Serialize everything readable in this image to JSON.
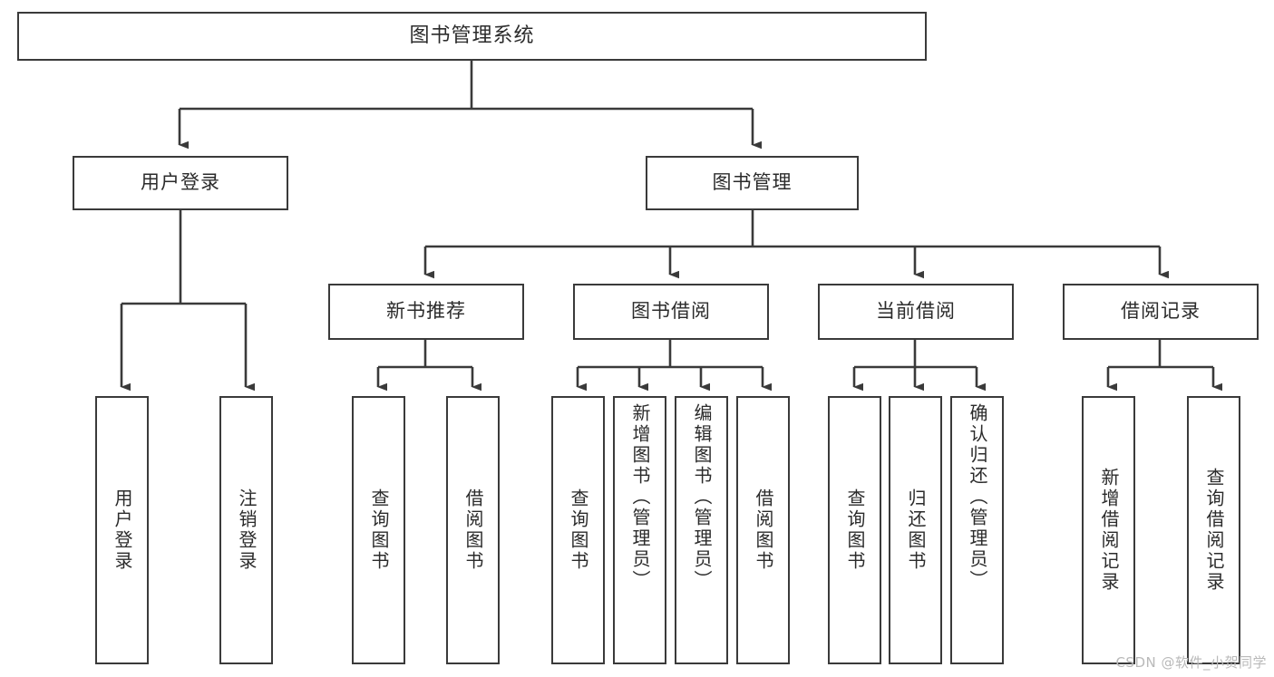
{
  "diagram": {
    "title": "图书管理系统",
    "type": "tree",
    "stroke_color": "#3a3a3a",
    "text_color": "#2b2b2b",
    "background_color": "#ffffff",
    "root": {
      "label": "图书管理系统"
    },
    "level2": [
      {
        "label": "用户登录"
      },
      {
        "label": "图书管理"
      }
    ],
    "level3": [
      {
        "label": "新书推荐"
      },
      {
        "label": "图书借阅"
      },
      {
        "label": "当前借阅"
      },
      {
        "label": "借阅记录"
      }
    ],
    "leaves": {
      "user_login": [
        {
          "label": "用户登录"
        },
        {
          "label": "注销登录"
        }
      ],
      "new_book_recommend": [
        {
          "label": "查询图书"
        },
        {
          "label": "借阅图书"
        }
      ],
      "book_borrow": [
        {
          "label": "查询图书"
        },
        {
          "label": "新增图书（管理员）"
        },
        {
          "label": "编辑图书（管理员）"
        },
        {
          "label": "借阅图书"
        }
      ],
      "current_borrow": [
        {
          "label": "查询图书"
        },
        {
          "label": "归还图书"
        },
        {
          "label": "确认归还（管理员）"
        }
      ],
      "borrow_record": [
        {
          "label": "新增借阅记录"
        },
        {
          "label": "查询借阅记录"
        }
      ]
    }
  },
  "watermark": {
    "text": "CSDN @软件_小贺同学"
  }
}
